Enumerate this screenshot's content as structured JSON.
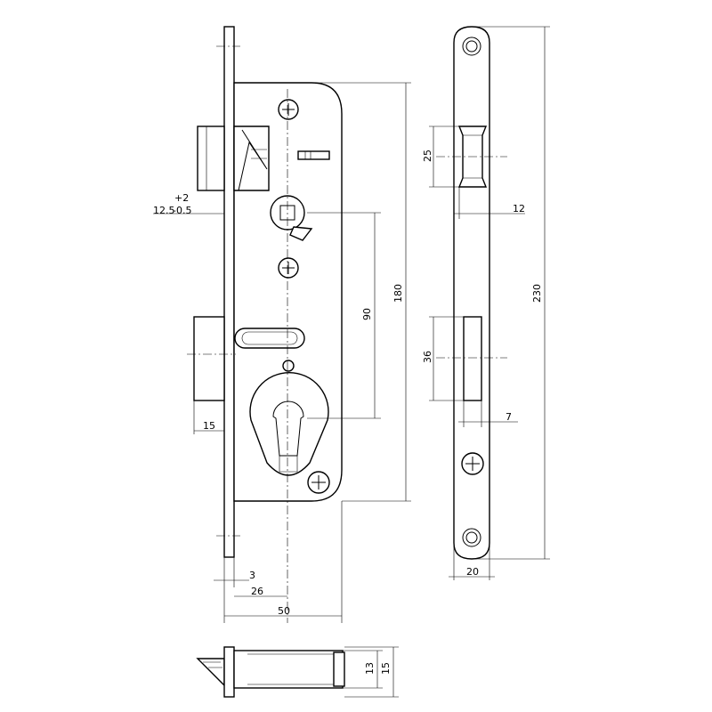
{
  "dimensions": {
    "backset_tol_plus": "+2",
    "backset_main": "12.5",
    "backset_tol_minus": "-0.5",
    "dist_90": "90",
    "height_180": "180",
    "latch_offset_15": "15",
    "faceplate_3": "3",
    "backset_26": "26",
    "width_50": "50",
    "strike_25": "25",
    "strike_12": "12",
    "strike_36": "36",
    "strike_7": "7",
    "strike_20": "20",
    "strike_230": "230",
    "bottom_13": "13",
    "bottom_15": "15"
  }
}
